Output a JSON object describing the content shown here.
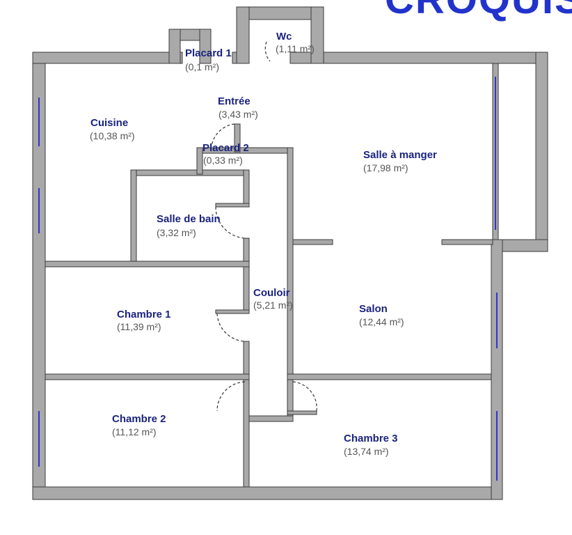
{
  "header": {
    "title": "CROQUIS"
  },
  "colors": {
    "wall": "#a9a9a9",
    "wall_stroke": "#3a3a3a",
    "room_label": "#1a237e",
    "area_label": "#555555",
    "title": "#2233cc",
    "window": "#3333cc"
  },
  "rooms": [
    {
      "id": "placard1",
      "name": "Placard 1",
      "area": "(0,1 m²)"
    },
    {
      "id": "wc",
      "name": "Wc",
      "area": "(1,11 m²)"
    },
    {
      "id": "entree",
      "name": "Entrée",
      "area": "(3,43 m²)"
    },
    {
      "id": "cuisine",
      "name": "Cuisine",
      "area": "(10,38 m²)"
    },
    {
      "id": "placard2",
      "name": "Placard 2",
      "area": "(0,33 m²)"
    },
    {
      "id": "salle_manger",
      "name": "Salle à manger",
      "area": "(17,98 m²)"
    },
    {
      "id": "salle_bain",
      "name": "Salle de bain",
      "area": "(3,32 m²)"
    },
    {
      "id": "couloir",
      "name": "Couloir",
      "area": "(5,21 m²)"
    },
    {
      "id": "chambre1",
      "name": "Chambre 1",
      "area": "(11,39 m²)"
    },
    {
      "id": "salon",
      "name": "Salon",
      "area": "(12,44 m²)"
    },
    {
      "id": "chambre2",
      "name": "Chambre 2",
      "area": "(11,12 m²)"
    },
    {
      "id": "chambre3",
      "name": "Chambre 3",
      "area": "(13,74 m²)"
    }
  ]
}
